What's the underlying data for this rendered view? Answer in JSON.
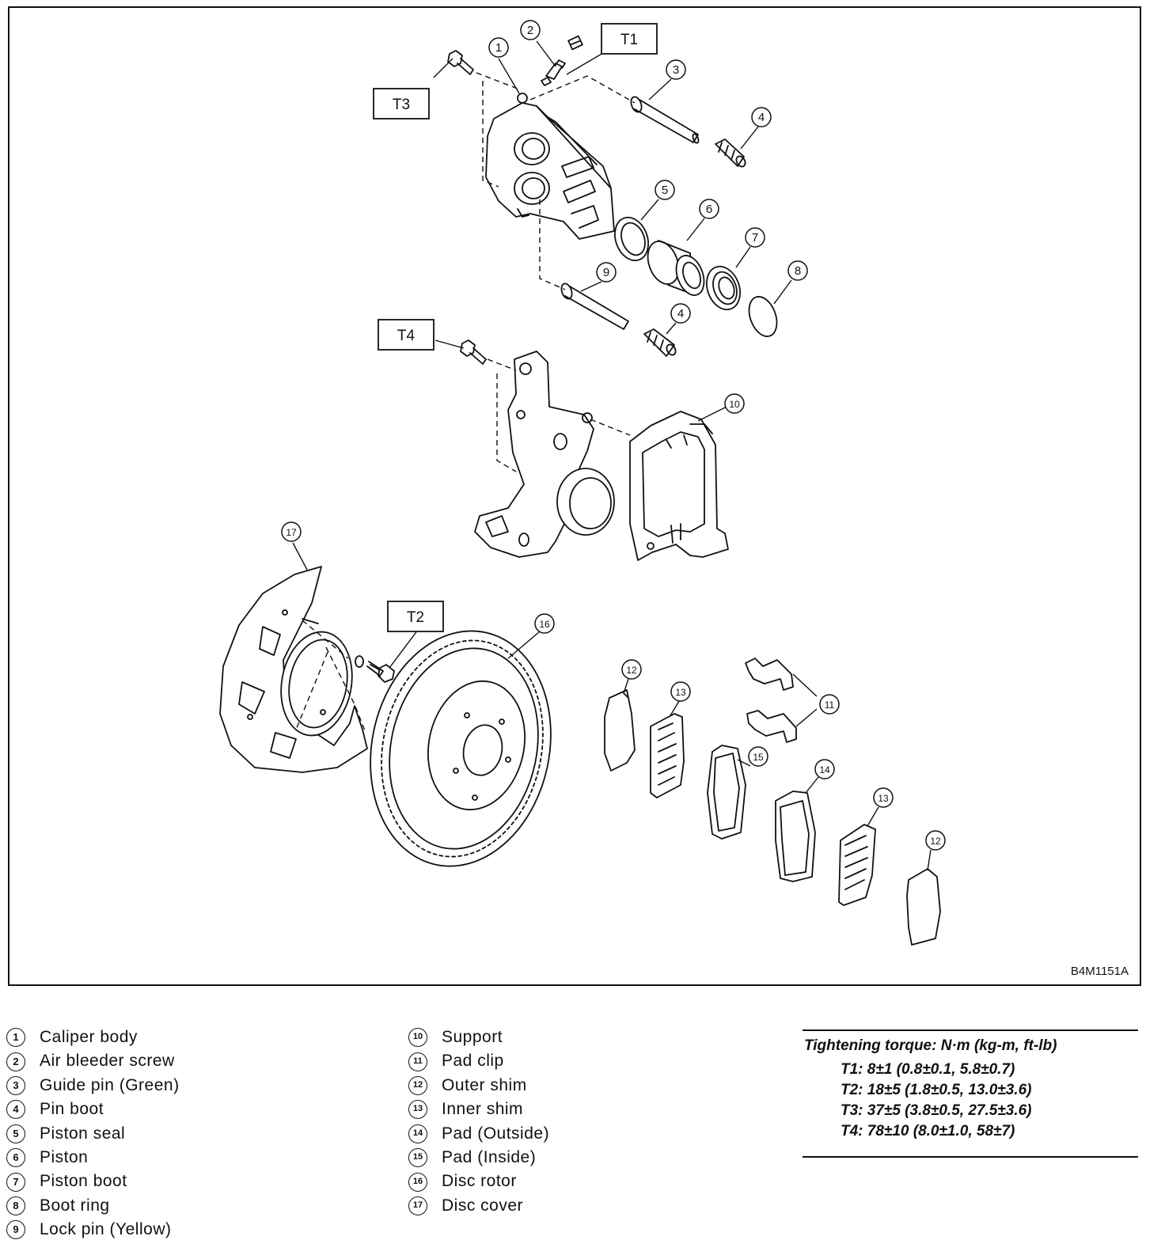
{
  "figure_code": "B4M1151A",
  "torque_tags": [
    {
      "id": "T1",
      "label": "T1"
    },
    {
      "id": "T2",
      "label": "T2"
    },
    {
      "id": "T3",
      "label": "T3"
    },
    {
      "id": "T4",
      "label": "T4"
    }
  ],
  "callout_numbers": [
    "1",
    "2",
    "3",
    "4",
    "5",
    "6",
    "7",
    "8",
    "9",
    "10",
    "11",
    "12",
    "13",
    "14",
    "15",
    "16",
    "17"
  ],
  "parts_left": [
    {
      "num": "1",
      "label": "Caliper body"
    },
    {
      "num": "2",
      "label": "Air bleeder screw"
    },
    {
      "num": "3",
      "label": "Guide pin (Green)"
    },
    {
      "num": "4",
      "label": "Pin boot"
    },
    {
      "num": "5",
      "label": "Piston seal"
    },
    {
      "num": "6",
      "label": "Piston"
    },
    {
      "num": "7",
      "label": "Piston boot"
    },
    {
      "num": "8",
      "label": "Boot ring"
    },
    {
      "num": "9",
      "label": "Lock pin (Yellow)"
    }
  ],
  "parts_right": [
    {
      "num": "10",
      "label": "Support"
    },
    {
      "num": "11",
      "label": "Pad clip"
    },
    {
      "num": "12",
      "label": "Outer shim"
    },
    {
      "num": "13",
      "label": "Inner shim"
    },
    {
      "num": "14",
      "label": "Pad (Outside)"
    },
    {
      "num": "15",
      "label": "Pad (Inside)"
    },
    {
      "num": "16",
      "label": "Disc rotor"
    },
    {
      "num": "17",
      "label": "Disc cover"
    }
  ],
  "torque_spec": {
    "title": "Tightening torque: N·m (kg-m, ft-lb)",
    "rows": [
      "T1: 8±1 (0.8±0.1, 5.8±0.7)",
      "T2: 18±5 (1.8±0.5, 13.0±3.6)",
      "T3: 37±5 (3.8±0.5, 27.5±3.6)",
      "T4: 78±10 (8.0±1.0, 58±7)"
    ]
  }
}
